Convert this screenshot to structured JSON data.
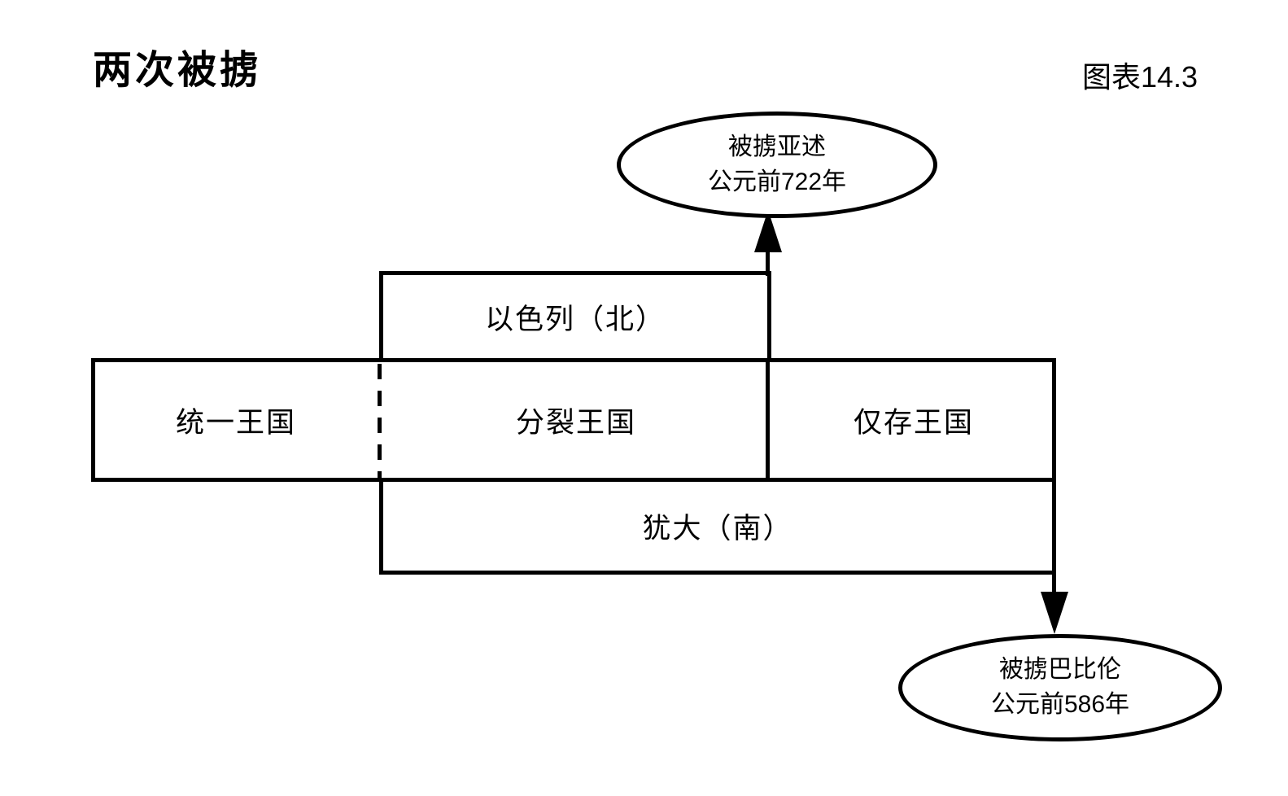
{
  "page": {
    "title": "两次被掳",
    "figure_label": "图表14.3",
    "colors": {
      "ink": "#000000",
      "background": "#ffffff"
    }
  },
  "diagram": {
    "top_ellipse": {
      "line1": "被掳亚述",
      "line2": "公元前722年"
    },
    "bottom_ellipse": {
      "line1": "被掳巴比伦",
      "line2": "公元前586年"
    },
    "israel_box": {
      "name": "以色列",
      "direction": "（北）"
    },
    "judah_box": {
      "name": "犹大",
      "direction": "（南）"
    },
    "timeline_sections": [
      {
        "label": "统一王国"
      },
      {
        "label": "分裂王国"
      },
      {
        "label": "仅存王国"
      }
    ]
  }
}
